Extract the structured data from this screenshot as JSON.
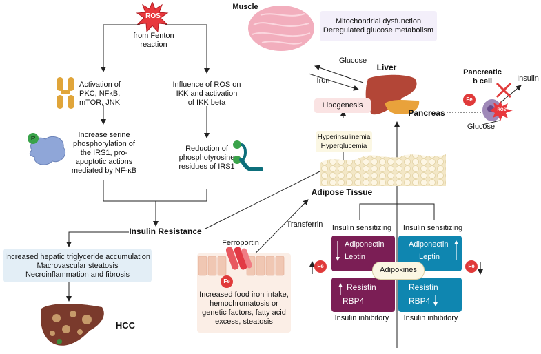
{
  "ros": {
    "label": "ROS",
    "source": "from Fenton\nreaction",
    "left_path": "Activation of\nPKC, NFκB,\nmTOR, JNK",
    "right_path": "Influence of ROS on\nIKK and activation\nof IKK beta",
    "serine": "Increase serine\nphosphorylation of\nthe IRS1, pro-\napoptotic actions\nmediated by  NF-κB",
    "tyrosine": "Reduction of\nphosphotyrosine\nresidues of IRS1",
    "p_badge": "P"
  },
  "insulin_resistance": "Insulin Resistance",
  "liver_outcome": "Increased hepatic triglyceride accumulation\nMacrovascular steatosis\nNecroinflammation and fibrosis",
  "hcc": "HCC",
  "muscle": {
    "title": "Muscle",
    "effects": "Mitochondrial dysfunction\nDeregulated glucose metabolism"
  },
  "liver": {
    "title": "Liver",
    "glucose": "Glucose",
    "iron": "Iron",
    "lipogenesis": "Lipogenesis"
  },
  "pancreas": {
    "cell_title": "Pancreatic\nb cell",
    "insulin": "Insulin",
    "label": "Pancreas",
    "glucose": "Glucose",
    "ros": "ROS",
    "fe": "Fe"
  },
  "hyper": "Hyperinsulinemia\nHyperglucemia",
  "adipose": {
    "title": "Adipose Tissue",
    "transferrin": "Transferrin",
    "ferroportin": "Ferroportin",
    "fe": "Fe",
    "causes": "Increased food iron intake,\nhemochromatosis or\ngenetic factors, fatty acid\nexcess, steatosis"
  },
  "adipokines": {
    "center": "Adipokines",
    "sensitizing_left": "Insulin sensitizing",
    "sensitizing_right": "Insulin sensitizing",
    "inhibitory_left": "Insulin inhibitory",
    "inhibitory_right": "Insulin inhibitory",
    "q1": [
      "Adiponectin",
      "Leptin"
    ],
    "q2": [
      "Adiponectin",
      "Leptin"
    ],
    "q3": [
      "Resistin",
      "RBP4"
    ],
    "q4": [
      "Resistin",
      "RBP4"
    ],
    "fe_left": "Fe",
    "fe_right": "Fe",
    "colors": {
      "low_iron": "#7b1e55",
      "high_iron": "#0f86b0"
    }
  }
}
